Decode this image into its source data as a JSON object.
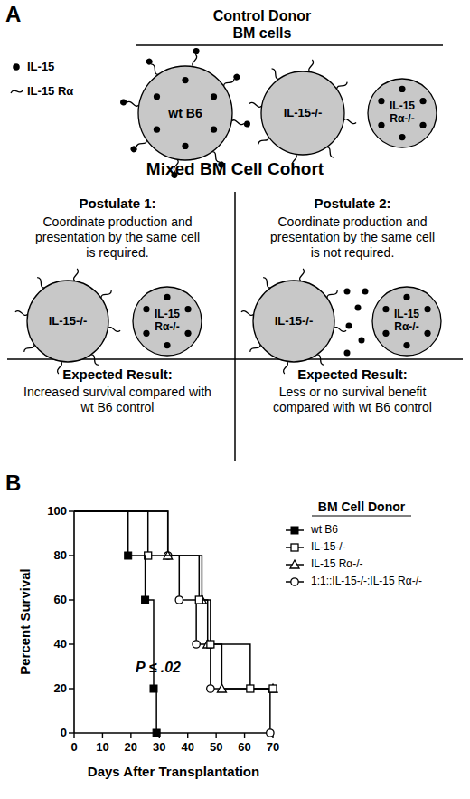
{
  "diagram": {
    "nodes": [
      {
        "text": [
          "wt B6"
        ]
      },
      {
        "text": [
          "IL-15-/-"
        ]
      },
      {
        "text": [
          "IL-15 Rα-/-"
        ]
      },
      {
        "text": [
          "IL-15-/-"
        ]
      },
      {
        "text": [
          "IL-15 Rα-/-"
        ]
      },
      {
        "text": [
          "IL-15-/-"
        ]
      },
      {
        "text": [
          "IL-15 Rα-/-"
        ]
      }
    ],
    "labels": [
      "A",
      "Control Donor BM cells",
      "Mixed BM Cell Cohort",
      "Postulate 1:",
      "Coordinate production and presentation by the same cell is required.",
      "Postulate 2:",
      "Coordinate production and presentation by the same cell is not required.",
      "Expected Result:",
      "Increased survival compared with wt B6 control",
      "Expected Result:",
      "Less or no survival benefit compared with wt B6 control",
      "B",
      "BM Cell Donor",
      "P ≤ .02",
      "0",
      "20",
      "40",
      "60",
      "80",
      "100",
      "0",
      "10",
      "20",
      "30",
      "40",
      "50",
      "60",
      "70",
      "Percent Survival",
      "Days After Transplantation"
    ],
    "legend": [
      {
        "text": "IL-15"
      },
      {
        "text": "IL-15 Rα"
      },
      {
        "text": "wt B6"
      },
      {
        "text": "IL-15-/-"
      },
      {
        "text": "IL-15 Rα-/-"
      },
      {
        "text": "1:1::IL-15-/-:IL-15 Rα-/-"
      }
    ]
  }
}
